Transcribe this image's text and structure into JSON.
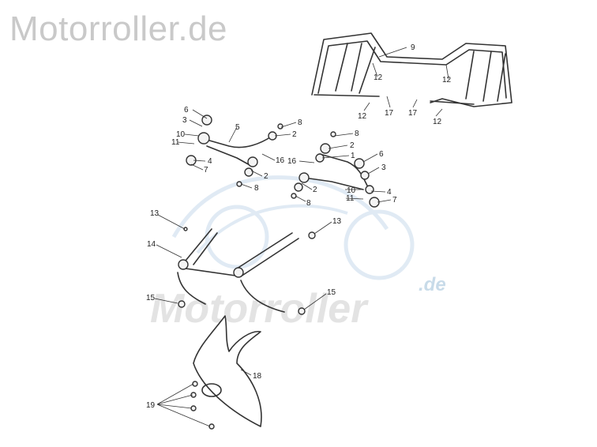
{
  "brand": {
    "text": "Motorroller.de"
  },
  "watermark": {
    "main": "Motorroller",
    "suffix": ".de"
  },
  "callouts": [
    {
      "id": "c9",
      "text": "9"
    },
    {
      "id": "c12a",
      "text": "12"
    },
    {
      "id": "c12b",
      "text": "12"
    },
    {
      "id": "c12c",
      "text": "12"
    },
    {
      "id": "c17a",
      "text": "17"
    },
    {
      "id": "c17b",
      "text": "17"
    },
    {
      "id": "c12d",
      "text": "12"
    },
    {
      "id": "c6a",
      "text": "6"
    },
    {
      "id": "c3a",
      "text": "3"
    },
    {
      "id": "c10a",
      "text": "10"
    },
    {
      "id": "c11a",
      "text": "11"
    },
    {
      "id": "c4a",
      "text": "4"
    },
    {
      "id": "c7a",
      "text": "7"
    },
    {
      "id": "c5",
      "text": "5"
    },
    {
      "id": "c8a",
      "text": "8"
    },
    {
      "id": "c2a",
      "text": "2"
    },
    {
      "id": "c16a",
      "text": "16"
    },
    {
      "id": "c2b",
      "text": "2"
    },
    {
      "id": "c8b",
      "text": "8"
    },
    {
      "id": "c8c",
      "text": "8"
    },
    {
      "id": "c2c",
      "text": "2"
    },
    {
      "id": "c1",
      "text": "1"
    },
    {
      "id": "c16b",
      "text": "16"
    },
    {
      "id": "c6b",
      "text": "6"
    },
    {
      "id": "c3b",
      "text": "3"
    },
    {
      "id": "c2d",
      "text": "2"
    },
    {
      "id": "c10b",
      "text": "10"
    },
    {
      "id": "c4b",
      "text": "4"
    },
    {
      "id": "c11b",
      "text": "11"
    },
    {
      "id": "c7b",
      "text": "7"
    },
    {
      "id": "c8d",
      "text": "8"
    },
    {
      "id": "c13a",
      "text": "13"
    },
    {
      "id": "c13b",
      "text": "13"
    },
    {
      "id": "c14",
      "text": "14"
    },
    {
      "id": "c15a",
      "text": "15"
    },
    {
      "id": "c15b",
      "text": "15"
    },
    {
      "id": "c18",
      "text": "18"
    },
    {
      "id": "c19",
      "text": "19"
    }
  ]
}
